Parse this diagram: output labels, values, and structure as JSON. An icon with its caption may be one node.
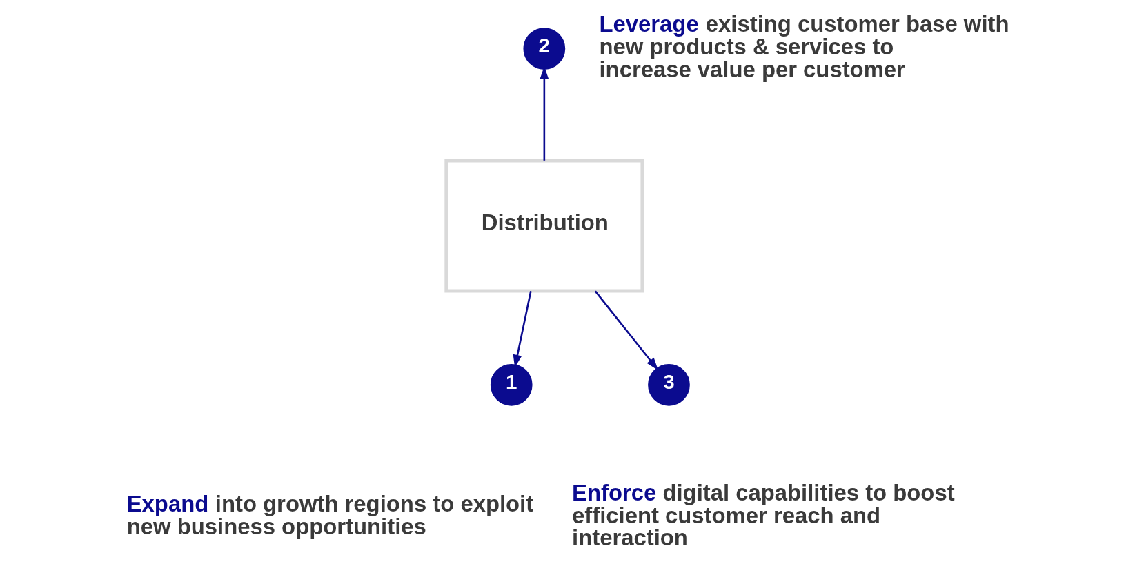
{
  "diagram": {
    "nodes": [
      {
        "text": [
          "2"
        ],
        "beside": [
          "Leverage existing customer base with new products & services to increase value per customer"
        ]
      },
      {
        "text": [
          "Distribution"
        ]
      },
      {
        "text": [
          "1"
        ],
        "beside": [
          "Expand into growth regions to exploit new business opportunities"
        ]
      },
      {
        "text": [
          "3"
        ],
        "beside": [
          "Enforce digital capabilities to boost efficient customer reach and interaction"
        ]
      }
    ],
    "edges": [
      {
        "from": 1,
        "to": 0,
        "arrow": "to"
      },
      {
        "from": 1,
        "to": 2,
        "arrow": "to"
      },
      {
        "from": 1,
        "to": 3,
        "arrow": "to"
      }
    ]
  }
}
